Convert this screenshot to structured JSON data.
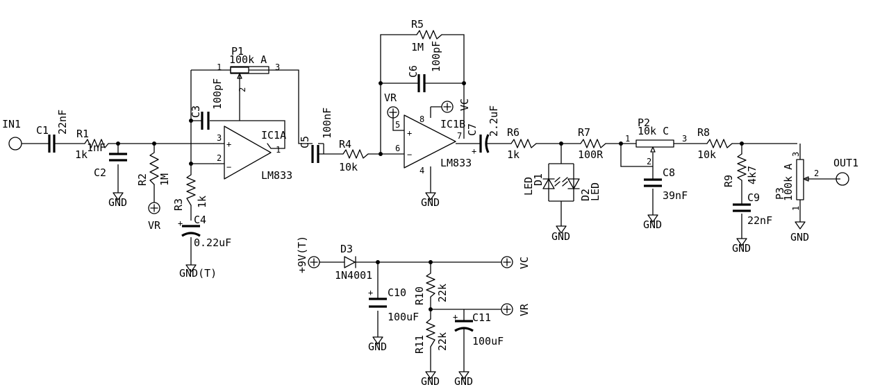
{
  "components": {
    "IN1": "IN1",
    "OUT1": "OUT1",
    "C1": {
      "ref": "C1",
      "val": "22nF"
    },
    "R1": {
      "ref": "R1",
      "val": "1k"
    },
    "C2": {
      "ref": "C2",
      "val": "1nF"
    },
    "R2": {
      "ref": "R2",
      "val": "1M"
    },
    "R3": {
      "ref": "R3",
      "val": "1k"
    },
    "C3": {
      "ref": "C3",
      "val": "100pF"
    },
    "C4": {
      "ref": "C4",
      "val": "0.22uF"
    },
    "P1": {
      "ref": "P1",
      "val": "100k A"
    },
    "IC1A": {
      "ref": "IC1A",
      "val": "LM833"
    },
    "C5": {
      "ref": "C5",
      "val": "100nF"
    },
    "R4": {
      "ref": "R4",
      "val": "10k"
    },
    "R5": {
      "ref": "R5",
      "val": "1M"
    },
    "C6": {
      "ref": "C6",
      "val": "100pF"
    },
    "IC1B": {
      "ref": "IC1B",
      "val": "LM833"
    },
    "C7": {
      "ref": "C7",
      "val": "2.2uF"
    },
    "R6": {
      "ref": "R6",
      "val": "1k"
    },
    "D1": {
      "ref": "D1",
      "val": "LED"
    },
    "D2": {
      "ref": "D2",
      "val": "LED"
    },
    "R7": {
      "ref": "R7",
      "val": "100R"
    },
    "P2": {
      "ref": "P2",
      "val": "10k C"
    },
    "C8": {
      "ref": "C8",
      "val": "39nF"
    },
    "R8": {
      "ref": "R8",
      "val": "10k"
    },
    "R9": {
      "ref": "R9",
      "val": "4k7"
    },
    "C9": {
      "ref": "C9",
      "val": "22nF"
    },
    "P3": {
      "ref": "P3",
      "val": "100k A"
    },
    "D3": {
      "ref": "D3",
      "val": "1N4001"
    },
    "C10": {
      "ref": "C10",
      "val": "100uF"
    },
    "R10": {
      "ref": "R10",
      "val": "22k"
    },
    "R11": {
      "ref": "R11",
      "val": "22k"
    },
    "C11": {
      "ref": "C11",
      "val": "100uF"
    }
  },
  "nets": {
    "gnd": "GND",
    "gnd_t": "GND(T)",
    "vr": "VR",
    "vc": "VC",
    "supply": "+9V(T)"
  },
  "pins": {
    "one": "1",
    "two": "2",
    "three": "3",
    "four": "4",
    "five": "5",
    "six": "6",
    "seven": "7",
    "eight": "8",
    "plus": "+",
    "minus": "−"
  }
}
